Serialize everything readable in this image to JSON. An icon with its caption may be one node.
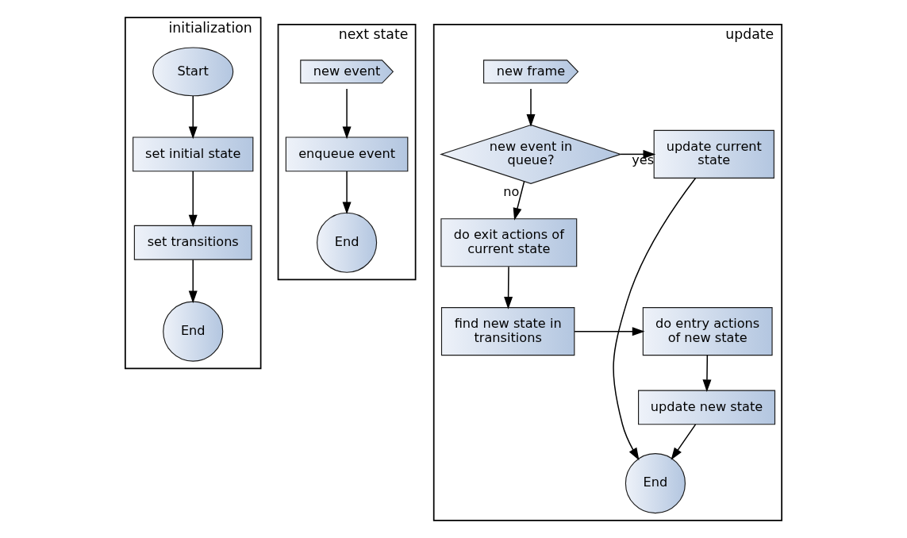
{
  "diagram": {
    "nodes": [
      {
        "text": [
          "initialization"
        ]
      },
      {
        "text": [
          "Start"
        ],
        "in": 0
      },
      {
        "text": [
          "set initial state"
        ],
        "in": 0
      },
      {
        "text": [
          "set transitions"
        ],
        "in": 0
      },
      {
        "text": [
          "End"
        ],
        "in": 0
      },
      {
        "text": [
          "next state"
        ]
      },
      {
        "text": [
          "new event"
        ],
        "in": 5
      },
      {
        "text": [
          "enqueue event"
        ],
        "in": 5
      },
      {
        "text": [
          "End"
        ],
        "in": 5
      },
      {
        "text": [
          "update"
        ]
      },
      {
        "text": [
          "new frame"
        ],
        "in": 9
      },
      {
        "text": [
          "new event in queue?"
        ],
        "in": 9
      },
      {
        "text": [
          "update current state"
        ],
        "in": 9
      },
      {
        "text": [
          "End"
        ],
        "in": 9
      },
      {
        "text": [
          "do exit actions of current state"
        ],
        "in": 9
      },
      {
        "text": [
          "find new state in transitions"
        ],
        "in": 9
      },
      {
        "text": [
          "do entry actions of new state"
        ],
        "in": 9
      },
      {
        "text": [
          "update new state"
        ],
        "in": 9
      }
    ],
    "edges": [
      {
        "from": 1,
        "to": 2,
        "arrow": "to"
      },
      {
        "from": 2,
        "to": 3,
        "arrow": "to"
      },
      {
        "from": 3,
        "to": 4,
        "arrow": "to"
      },
      {
        "from": 6,
        "to": 7,
        "arrow": "to"
      },
      {
        "from": 7,
        "to": 8,
        "arrow": "to"
      },
      {
        "from": 10,
        "to": 11,
        "arrow": "to"
      },
      {
        "from": 11,
        "to": 12,
        "arrow": "to",
        "label": "yes"
      },
      {
        "from": 12,
        "to": 13,
        "arrow": "to"
      },
      {
        "from": 11,
        "to": 14,
        "arrow": "to",
        "label": "no"
      },
      {
        "from": 14,
        "to": 15,
        "arrow": "to"
      },
      {
        "from": 15,
        "to": 16,
        "arrow": "to"
      },
      {
        "from": 16,
        "to": 17,
        "arrow": "to"
      },
      {
        "from": 17,
        "to": 13,
        "arrow": "to"
      }
    ]
  }
}
